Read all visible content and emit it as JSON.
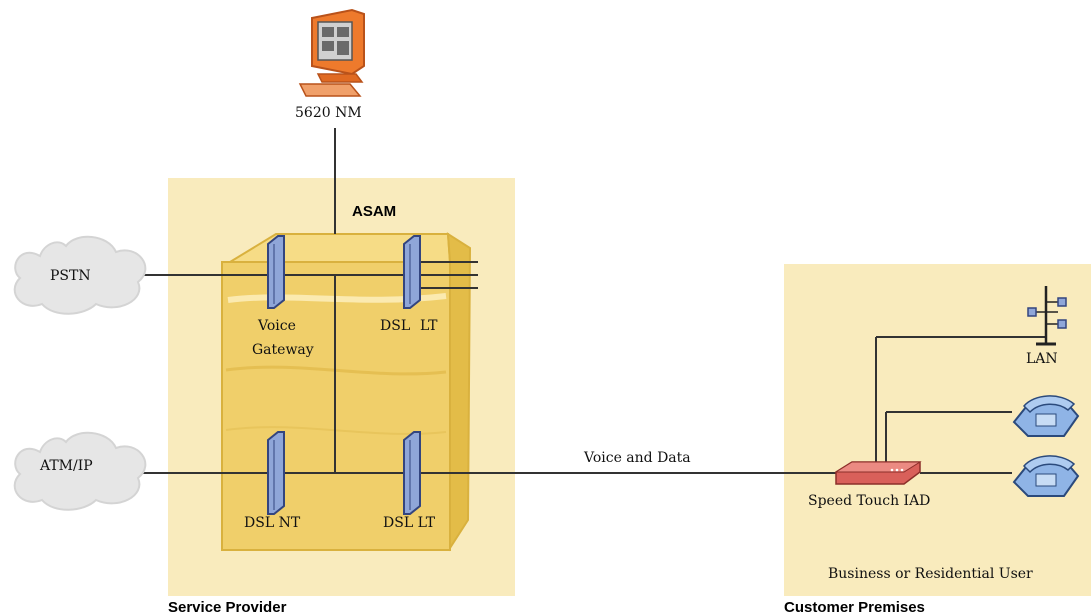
{
  "labels": {
    "nm": "5620 NM",
    "asam": "ASAM",
    "pstn": "PSTN",
    "atm_ip": "ATM/IP",
    "voice_gateway_1": "Voice",
    "voice_gateway_2": "Gateway",
    "dsl_lt_top_a": "DSL",
    "dsl_lt_top_b": "LT",
    "dsl_nt": "DSL NT",
    "dsl_lt_bottom": "DSL LT",
    "voice_and_data": "Voice and Data",
    "speed_touch_iad": "Speed Touch IAD",
    "lan": "LAN",
    "business_user": "Business or Residential User",
    "service_provider": "Service Provider",
    "customer_premises": "Customer Premises"
  },
  "colors": {
    "zone_fill": "#f9ebbd",
    "cabinet_fill": "#f0cf6a",
    "cabinet_stroke": "#d9b13e",
    "card_fill": "#8fa6d8",
    "card_stroke": "#33457f",
    "cloud_fill": "#e6e6e6",
    "line": "#333333",
    "monitor_orange": "#ee7a2c",
    "modem_red": "#d9605a",
    "phone_blue": "#8fb4e6"
  }
}
